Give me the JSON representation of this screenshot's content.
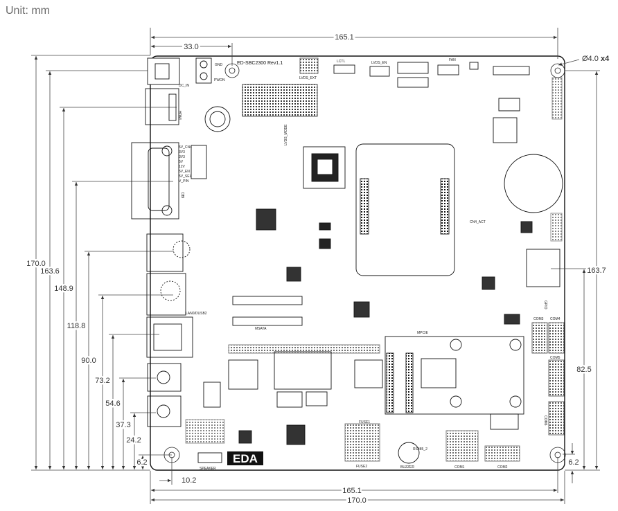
{
  "unit_label": "Unit: mm",
  "board": {
    "model": "ED-SBC2300 Rev1.1",
    "hole_note": "Ø4.0",
    "hole_qty": "x4",
    "logo_text": "EDA"
  },
  "dimensions": {
    "top_width": "165.1",
    "offset_33": "33.0",
    "bottom_width_1": "165.1",
    "bottom_width_2": "170.0",
    "offset_10_2": "10.2",
    "left_heights": [
      "170.0",
      "163.6",
      "148.9",
      "118.8",
      "90.0",
      "73.2",
      "54.6",
      "37.3",
      "24.2",
      "6.2"
    ],
    "right_163_7": "163.7",
    "right_82_5": "82.5",
    "right_6_2": "6.2"
  },
  "silkscreen": {
    "dc_in": "DC_IN",
    "gnd": "GND",
    "pwon": "PWON",
    "lvds_ext": "LVDS_EXT",
    "lctl": "LCTL",
    "lvds_en": "LVDS_EN",
    "fan": "FAN",
    "hdmi": "HDMI",
    "dbi": "DBI",
    "lan_dual": "LAN0/DUSB2",
    "msata": "MSATA",
    "mpcie": "MPCIE",
    "speaker": "SPEAKER",
    "buzzer": "BUZZER",
    "fuse1": "FUSE1",
    "fuse2": "FUSE2",
    "com1": "COM1",
    "com2": "COM2",
    "com3": "COM3",
    "com4": "COM4",
    "com5": "COM5",
    "com6": "COM6",
    "gpio": "GPIO",
    "rs485": "RS485_2",
    "cn4": "CN4_ACT",
    "lvds_mode": "LVDS_MODE",
    "power_sel": [
      "5V_CN4",
      "3V3",
      "3V3",
      "5V",
      "12V",
      "5V_EN",
      "5V_SEL",
      "V_PIN"
    ]
  },
  "colors": {
    "line": "#1a1a1a",
    "dim_line": "#444444",
    "unit_text": "#6b6b6b"
  }
}
